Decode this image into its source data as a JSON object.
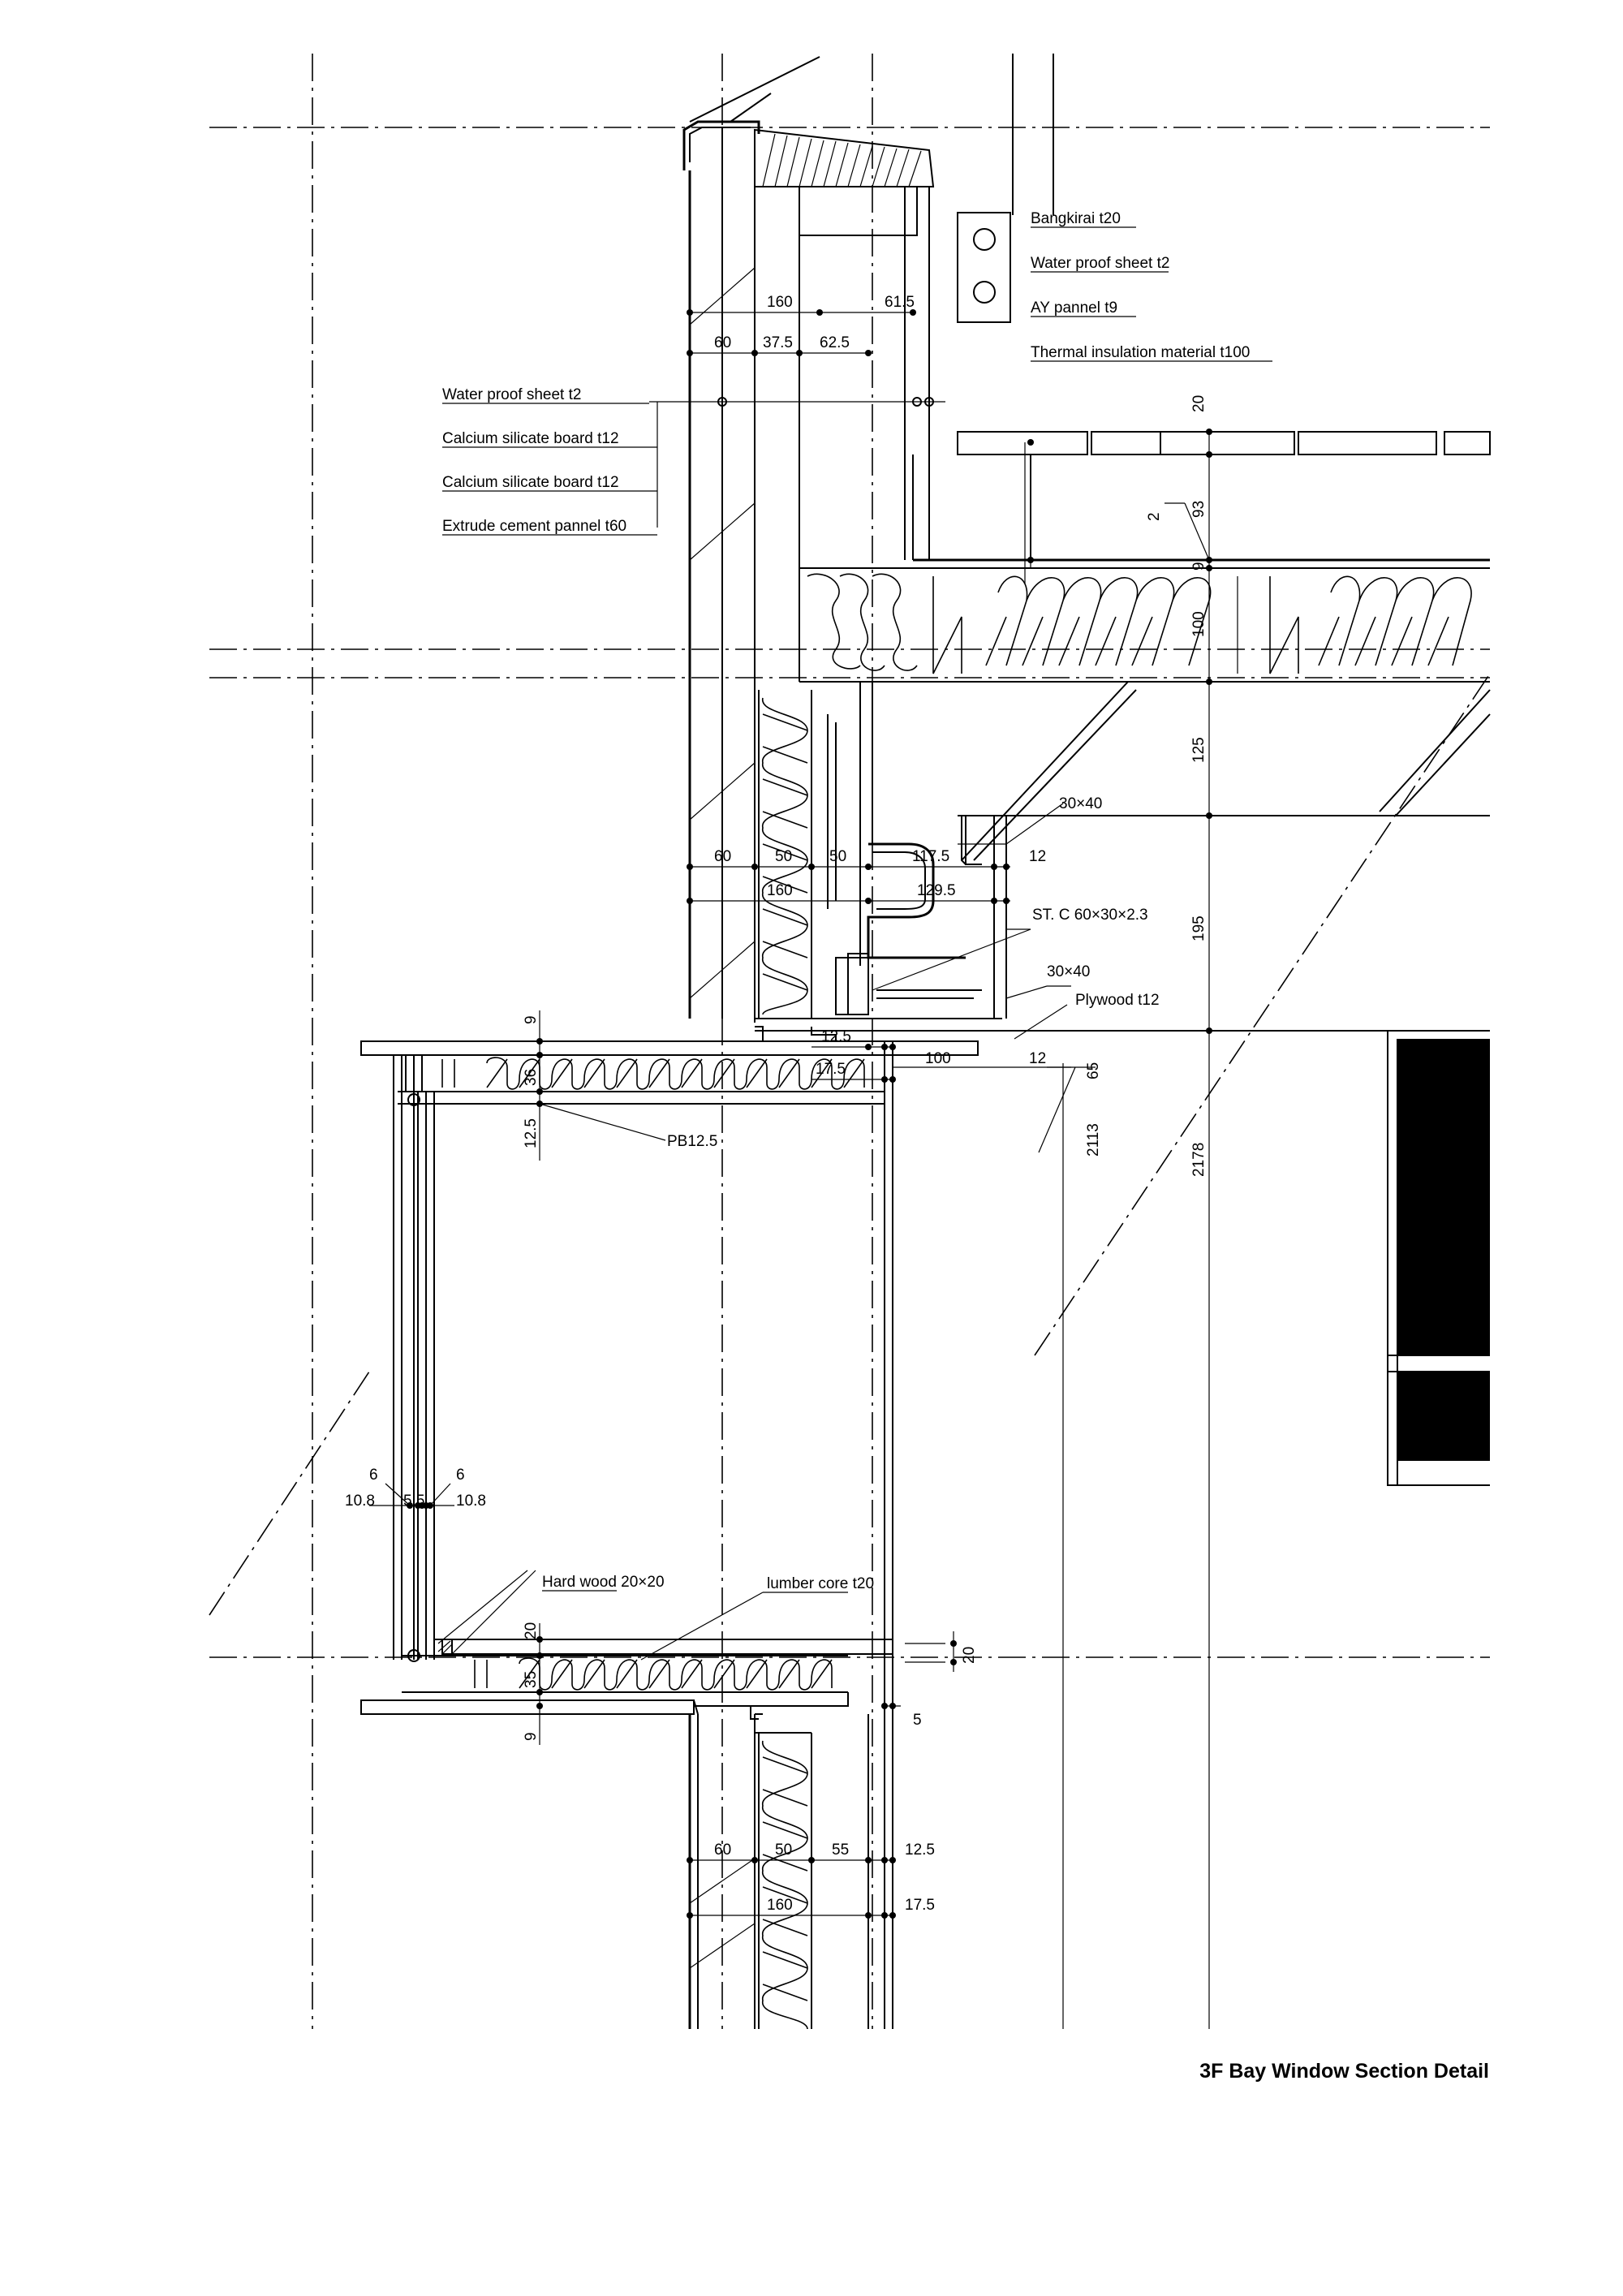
{
  "title": "3F Bay Window Section Detail",
  "labels": {
    "roof_layers": [
      "Bangkirai  t20",
      "Water proof sheet  t2",
      "AY pannel  t9",
      "Thermal insulation material  t100"
    ],
    "wall_layers": [
      "Water proof sheet  t2",
      "Calcium silicate board  t12",
      "Calcium silicate board  t12",
      "Extrude cement pannel  t60"
    ],
    "angle_1": "30×40",
    "channel": "ST. C 60×30×2.3",
    "angle_2": "30×40",
    "plywood": "Plywood t12",
    "plasterboard": "PB12.5",
    "hardwood": "Hard wood 20×20",
    "lumber_core": "lumber core t20"
  },
  "dims": {
    "wall_top_160": "160",
    "wall_top_61_5": "61.5",
    "wall_top_60": "60",
    "wall_top_37_5": "37.5",
    "wall_top_62_5": "62.5",
    "roof_20": "20",
    "roof_93": "93",
    "roof_2": "2",
    "roof_9": "9",
    "roof_100": "100",
    "roof_125": "125",
    "roof_195": "195",
    "mid_60": "60",
    "mid_50a": "50",
    "mid_50b": "50",
    "mid_117_5": "117.5",
    "mid_12a": "12",
    "mid_160": "160",
    "mid_129_5": "129.5",
    "head_9": "9",
    "head_36": "36",
    "head_12_5a": "12.5",
    "head_17_5": "17.5",
    "head_100": "100",
    "head_12b": "12",
    "head_65": "65",
    "head_12_5b": "12.5",
    "h_2113": "2113",
    "h_2178": "2178",
    "glass_6a": "6",
    "glass_6b": "6",
    "glass_10_8a": "10.8",
    "glass_5_5": "5.5",
    "glass_10_8b": "10.8",
    "sill_20": "20",
    "sill_35": "35",
    "sill_9": "9",
    "sill_20r": "20",
    "sill_5": "5",
    "low_60": "60",
    "low_50": "50",
    "low_55": "55",
    "low_12_5": "12.5",
    "low_160": "160",
    "low_17_5": "17.5"
  }
}
